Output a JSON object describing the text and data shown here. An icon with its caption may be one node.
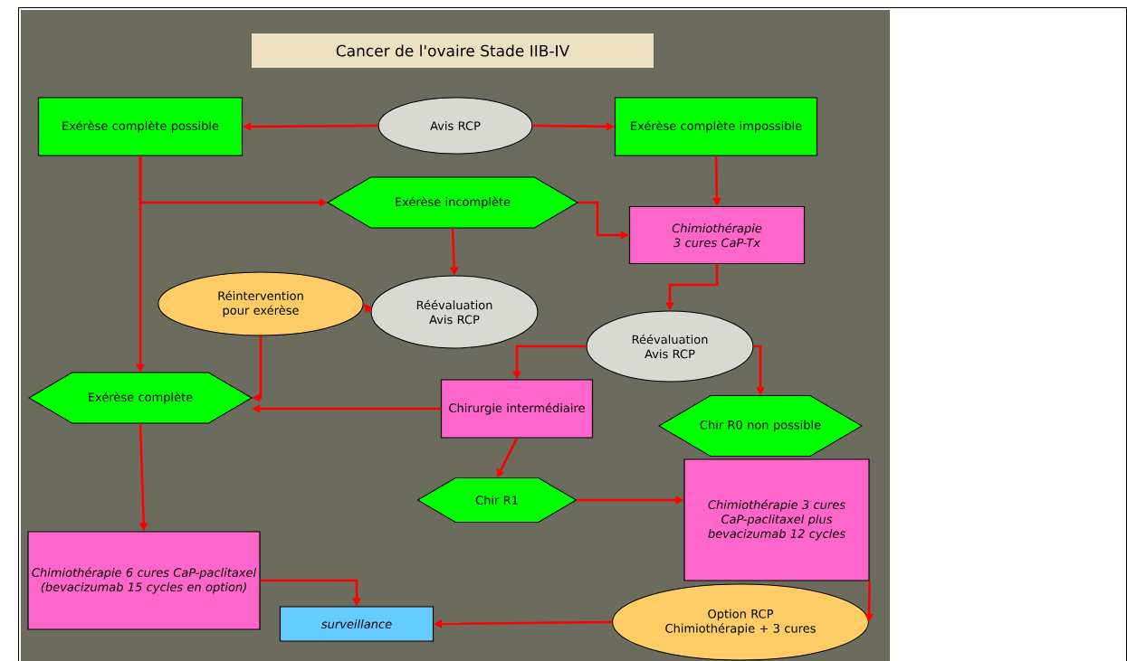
{
  "diagram": {
    "title": "Cancer de l'ovaire Stade IIB-IV",
    "nodes": [
      {
        "text": [
          "Avis RCP"
        ]
      },
      {
        "text": [
          "Exérèse complète possible"
        ]
      },
      {
        "text": [
          "Exérèse complète impossible"
        ]
      },
      {
        "text": [
          "Exérèse incomplète"
        ]
      },
      {
        "text": [
          "Chimiothérapie 3 cures CaP-Tx"
        ]
      },
      {
        "text": [
          "Réévaluation Avis RCP"
        ]
      },
      {
        "text": [
          "Réintervention pour exérèse"
        ]
      },
      {
        "text": [
          "Réévaluation Avis RCP"
        ]
      },
      {
        "text": [
          "Exérèse complète"
        ]
      },
      {
        "text": [
          "Chirurgie intermédiaire"
        ]
      },
      {
        "text": [
          "Chir R0 non possible"
        ]
      },
      {
        "text": [
          "Chir R1"
        ]
      },
      {
        "text": [
          "Chimiothérapie 3 cures CaP-paclitaxel plus bevacizumab 12 cycles"
        ]
      },
      {
        "text": [
          "Chimiothérapie 6 cures CaP-paclitaxel (bevacizumab 15 cycles en option)"
        ]
      },
      {
        "text": [
          "surveillance"
        ]
      },
      {
        "text": [
          "Option RCP Chimiothérapie + 3 cures"
        ]
      }
    ],
    "edges": [
      {
        "from": 0,
        "to": 1,
        "arrow": "to"
      },
      {
        "from": 0,
        "to": 2,
        "arrow": "to"
      },
      {
        "from": 1,
        "to": 8,
        "arrow": "to"
      },
      {
        "from": 1,
        "to": 3,
        "arrow": "to"
      },
      {
        "from": 2,
        "to": 4,
        "arrow": "to"
      },
      {
        "from": 3,
        "to": 4,
        "arrow": "to"
      },
      {
        "from": 3,
        "to": 5,
        "arrow": "to"
      },
      {
        "from": 5,
        "to": 6,
        "arrow": "to"
      },
      {
        "from": 6,
        "to": 8,
        "arrow": "to"
      },
      {
        "from": 4,
        "to": 7,
        "arrow": "to"
      },
      {
        "from": 7,
        "to": 9,
        "arrow": "to"
      },
      {
        "from": 7,
        "to": 10,
        "arrow": "to"
      },
      {
        "from": 9,
        "to": 8,
        "arrow": "to"
      },
      {
        "from": 9,
        "to": 11,
        "arrow": "to"
      },
      {
        "from": 11,
        "to": 12,
        "arrow": "to"
      },
      {
        "from": 8,
        "to": 13,
        "arrow": "to"
      },
      {
        "from": 13,
        "to": 14,
        "arrow": "to"
      },
      {
        "from": 12,
        "to": 15,
        "arrow": "to"
      },
      {
        "from": 15,
        "to": 14,
        "arrow": "to"
      }
    ]
  }
}
